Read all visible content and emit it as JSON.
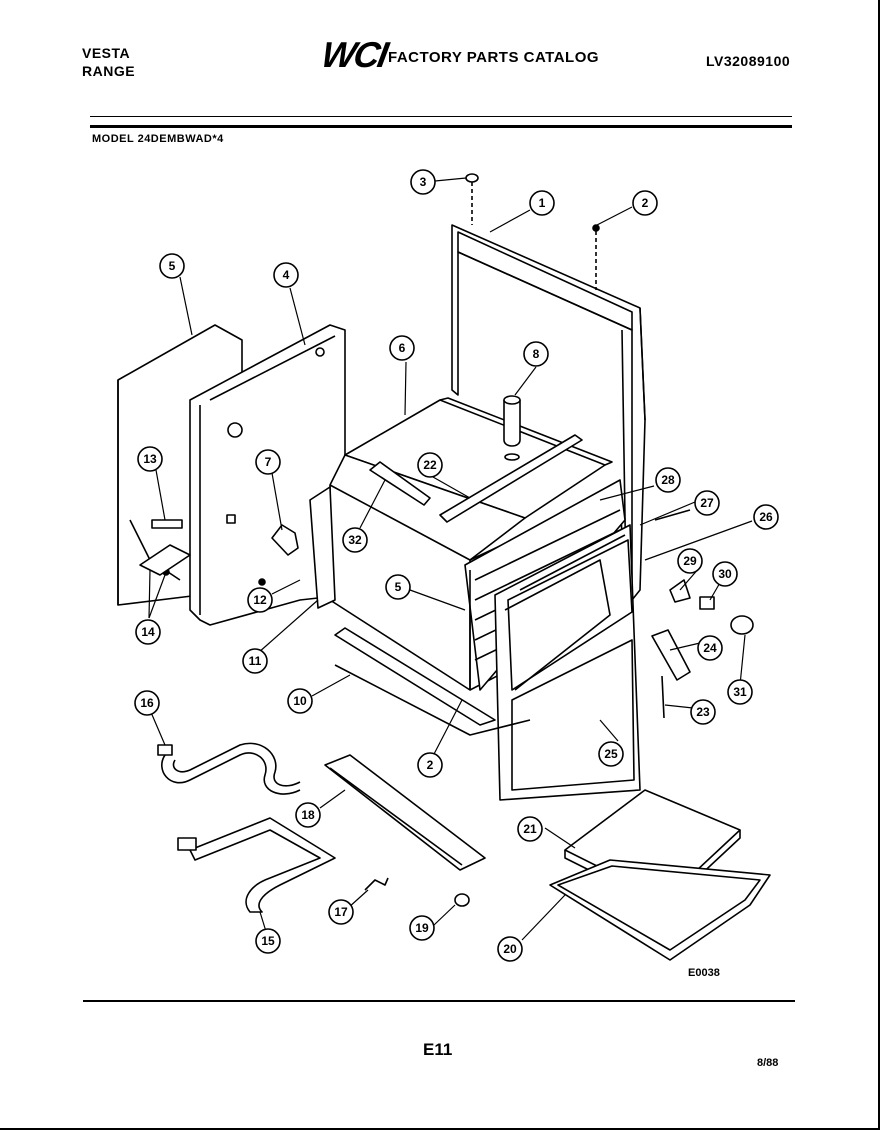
{
  "header": {
    "brand_line1": "VESTA",
    "brand_line2": "RANGE",
    "logo": "WCI",
    "catalog_title": "FACTORY PARTS CATALOG",
    "catalog_number": "LV32089100",
    "model": "MODEL 24DEMBWAD*4"
  },
  "footer": {
    "figure_code": "E0038",
    "page_code": "E11",
    "date": "8/88"
  },
  "callouts": [
    {
      "id": "c1",
      "label": "1"
    },
    {
      "id": "c2a",
      "label": "2"
    },
    {
      "id": "c2b",
      "label": "2"
    },
    {
      "id": "c3",
      "label": "3"
    },
    {
      "id": "c4",
      "label": "4"
    },
    {
      "id": "c5a",
      "label": "5"
    },
    {
      "id": "c5b",
      "label": "5"
    },
    {
      "id": "c6",
      "label": "6"
    },
    {
      "id": "c7",
      "label": "7"
    },
    {
      "id": "c8",
      "label": "8"
    },
    {
      "id": "c10",
      "label": "10"
    },
    {
      "id": "c11",
      "label": "11"
    },
    {
      "id": "c12",
      "label": "12"
    },
    {
      "id": "c13",
      "label": "13"
    },
    {
      "id": "c14",
      "label": "14"
    },
    {
      "id": "c15",
      "label": "15"
    },
    {
      "id": "c16",
      "label": "16"
    },
    {
      "id": "c17",
      "label": "17"
    },
    {
      "id": "c18",
      "label": "18"
    },
    {
      "id": "c19",
      "label": "19"
    },
    {
      "id": "c20",
      "label": "20"
    },
    {
      "id": "c21",
      "label": "21"
    },
    {
      "id": "c22",
      "label": "22"
    },
    {
      "id": "c23",
      "label": "23"
    },
    {
      "id": "c24",
      "label": "24"
    },
    {
      "id": "c25",
      "label": "25"
    },
    {
      "id": "c26",
      "label": "26"
    },
    {
      "id": "c27",
      "label": "27"
    },
    {
      "id": "c28",
      "label": "28"
    },
    {
      "id": "c29",
      "label": "29"
    },
    {
      "id": "c30",
      "label": "30"
    },
    {
      "id": "c31",
      "label": "31"
    },
    {
      "id": "c32",
      "label": "32"
    }
  ]
}
